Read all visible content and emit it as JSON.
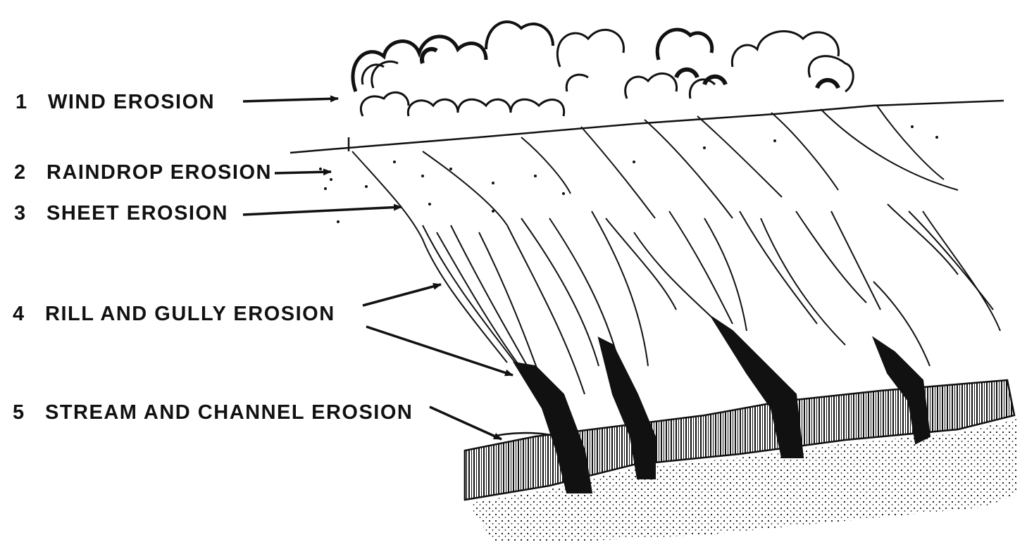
{
  "diagram": {
    "labels": [
      {
        "number": "1",
        "text": "WIND EROSION"
      },
      {
        "number": "2",
        "text": "RAINDROP EROSION"
      },
      {
        "number": "3",
        "text": "SHEET EROSION"
      },
      {
        "number": "4",
        "text": "RILL AND GULLY EROSION"
      },
      {
        "number": "5",
        "text": "STREAM AND CHANNEL EROSION"
      }
    ],
    "colors": {
      "ink": "#111111",
      "paper": "#ffffff"
    }
  }
}
